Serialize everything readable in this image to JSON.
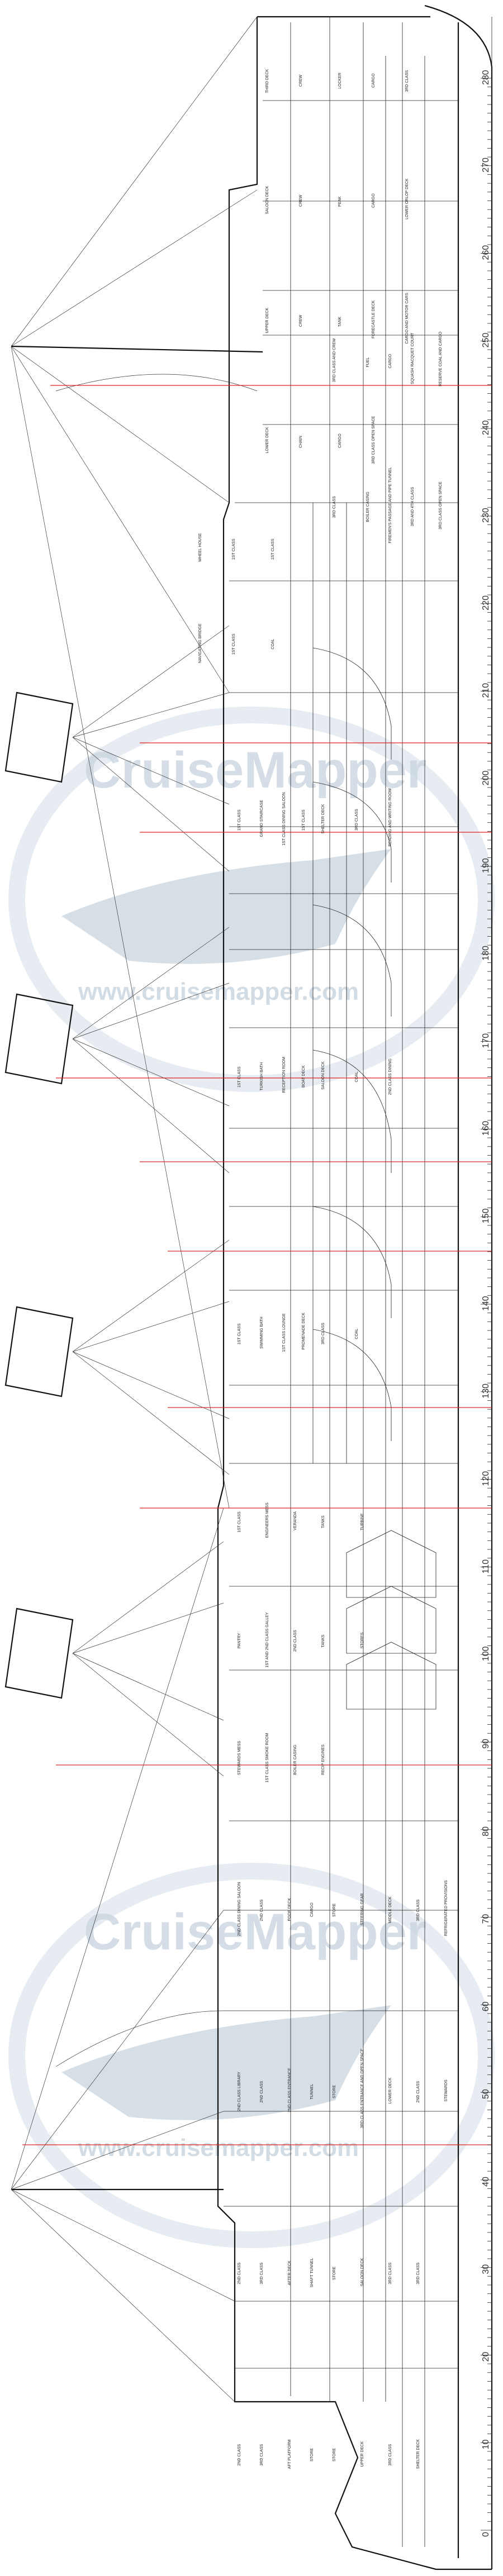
{
  "watermark": {
    "brand": "CruiseMapper",
    "url": "www.cruisemapper.com"
  },
  "colors": {
    "watermark": "#c8d4de",
    "reference_line": "#e02020",
    "ink": "#111111"
  },
  "scale_marks": [
    "280",
    "270",
    "260",
    "250",
    "240",
    "230",
    "220",
    "210",
    "200",
    "190",
    "180",
    "170",
    "160",
    "150",
    "140",
    "130",
    "120",
    "110",
    "100",
    "90",
    "80",
    "70",
    "60",
    "50",
    "40",
    "30",
    "20",
    "10",
    "0"
  ],
  "rooms": {
    "stern": [
      "THIRD DECK",
      "SALOON DECK",
      "UPPER DECK",
      "LOWER DECK",
      "CREW",
      "CREW",
      "CREW",
      "CHAIN",
      "LOCKER",
      "PEAK",
      "TANK",
      "CARGO",
      "CARGO",
      "CARGO",
      "FORECASTLE DECK",
      "3RD CLASS OPEN SPACE",
      "3RD CLASS",
      "LOWER ORLOP DECK",
      "CARGO AND MOTOR CARS"
    ],
    "forward_holds": [
      "3RD CLASS AND CREW",
      "3RD CLASS",
      "FUEL",
      "BOILER CASING",
      "CARGO",
      "FIREMEN'S PASSAGE AND PIPE TUNNEL",
      "SQUASH RACQUET COURT",
      "3RD AND 4TH CLASS",
      "RESERVE COAL AND CARGO",
      "3RD CLASS OPEN SPACE"
    ],
    "bridge": [
      "WHEEL HOUSE",
      "NAVIGATING BRIDGE",
      "1ST CLASS",
      "1ST CLASS",
      "1ST CLASS",
      "COAL"
    ],
    "midships": [
      "1ST CLASS",
      "1ST CLASS",
      "1ST CLASS",
      "GRAND STAIRCASE",
      "TURKISH BATH",
      "SWIMMING BATH",
      "1ST CLASS DINING SALOON",
      "RECEPTION ROOM",
      "1ST CLASS LOUNGE",
      "1ST CLASS",
      "BOAT DECK",
      "PROMENADE DECK",
      "SHELTER DECK",
      "SALOON DECK",
      "3RD CLASS",
      "3RD CLASS",
      "COAL",
      "COAL",
      "READING AND WRITING ROOM",
      "2ND CLASS DINING"
    ],
    "engines": [
      "1ST CLASS",
      "PANTRY",
      "STEWARDS MESS",
      "ENGINEERS MESS",
      "1ST AND 2ND CLASS GALLEY",
      "1ST CLASS SMOKE ROOM",
      "VERANDA",
      "2ND CLASS",
      "BOILER CASING",
      "TANKS",
      "TANKS",
      "RECIP ENGINES",
      "TURBINE",
      "STORES"
    ],
    "aft": [
      "2ND CLASS DINING SALOON",
      "2ND CLASS LIBRARY",
      "2ND CLASS",
      "2ND CLASS",
      "2ND CLASS",
      "2ND CLASS",
      "3RD CLASS",
      "3RD CLASS",
      "POOP DECK",
      "2ND CLASS ENTRANCE",
      "AFTER DECK",
      "AFT PLATFORM",
      "CARGO",
      "TUNNEL",
      "SHAFT TUNNEL",
      "STORE",
      "STORE",
      "STORE",
      "STORE",
      "STORE",
      "STEERING GEAR",
      "3RD CLASS ENTRANCE AND OPEN SPACE",
      "SALOON DECK",
      "UPPER DECK",
      "MIDDLE DECK",
      "LOWER DECK",
      "3RD CLASS",
      "3RD CLASS",
      "3RD CLASS",
      "2ND CLASS",
      "3RD CLASS",
      "SHELTER DECK",
      "REFRIGERATED PROVISIONS",
      "STEWARDS"
    ]
  }
}
